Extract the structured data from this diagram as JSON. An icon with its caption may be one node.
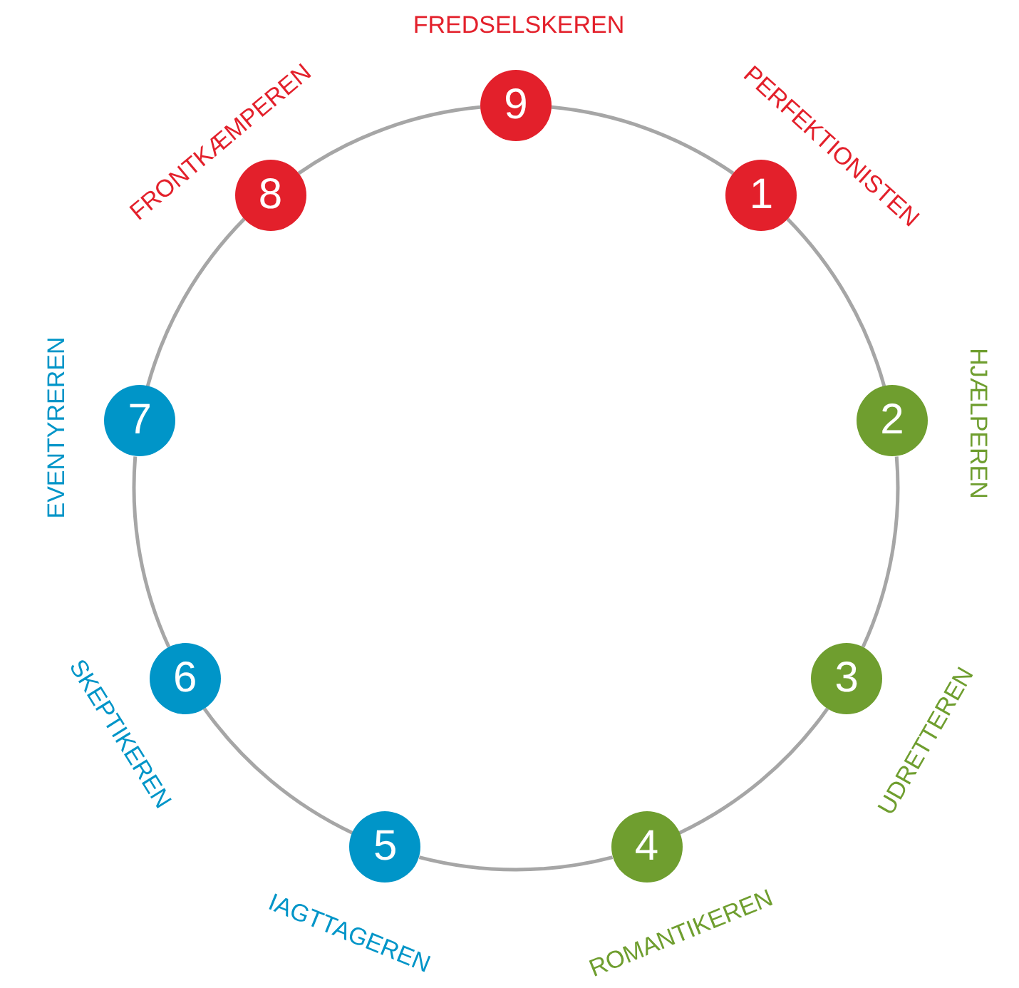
{
  "diagram": {
    "nodes": [
      {
        "text": [
          "9"
        ],
        "beside": [
          "FREDSELSKEREN"
        ]
      },
      {
        "text": [
          "1"
        ],
        "beside": [
          "PERFEKTIONISTEN"
        ]
      },
      {
        "text": [
          "2"
        ],
        "beside": [
          "HJÆLPEREN"
        ]
      },
      {
        "text": [
          "3"
        ],
        "beside": [
          "UDRETTEREN"
        ]
      },
      {
        "text": [
          "4"
        ],
        "beside": [
          "ROMANTIKEREN"
        ]
      },
      {
        "text": [
          "5"
        ],
        "beside": [
          "IAGTTAGEREN"
        ]
      },
      {
        "text": [
          "6"
        ],
        "beside": [
          "SKEPTIKEREN"
        ]
      },
      {
        "text": [
          "7"
        ],
        "beside": [
          "EVENTYREREN"
        ]
      },
      {
        "text": [
          "8"
        ],
        "beside": [
          "FRONTKÆMPEREN"
        ]
      }
    ],
    "edges": [
      {
        "from": 0,
        "to": 1,
        "arrow": "none"
      },
      {
        "from": 1,
        "to": 2,
        "arrow": "none"
      },
      {
        "from": 2,
        "to": 3,
        "arrow": "none"
      },
      {
        "from": 3,
        "to": 4,
        "arrow": "none"
      },
      {
        "from": 4,
        "to": 5,
        "arrow": "none"
      },
      {
        "from": 5,
        "to": 6,
        "arrow": "none"
      },
      {
        "from": 6,
        "to": 7,
        "arrow": "none"
      },
      {
        "from": 7,
        "to": 8,
        "arrow": "none"
      },
      {
        "from": 8,
        "to": 0,
        "arrow": "none"
      }
    ]
  }
}
